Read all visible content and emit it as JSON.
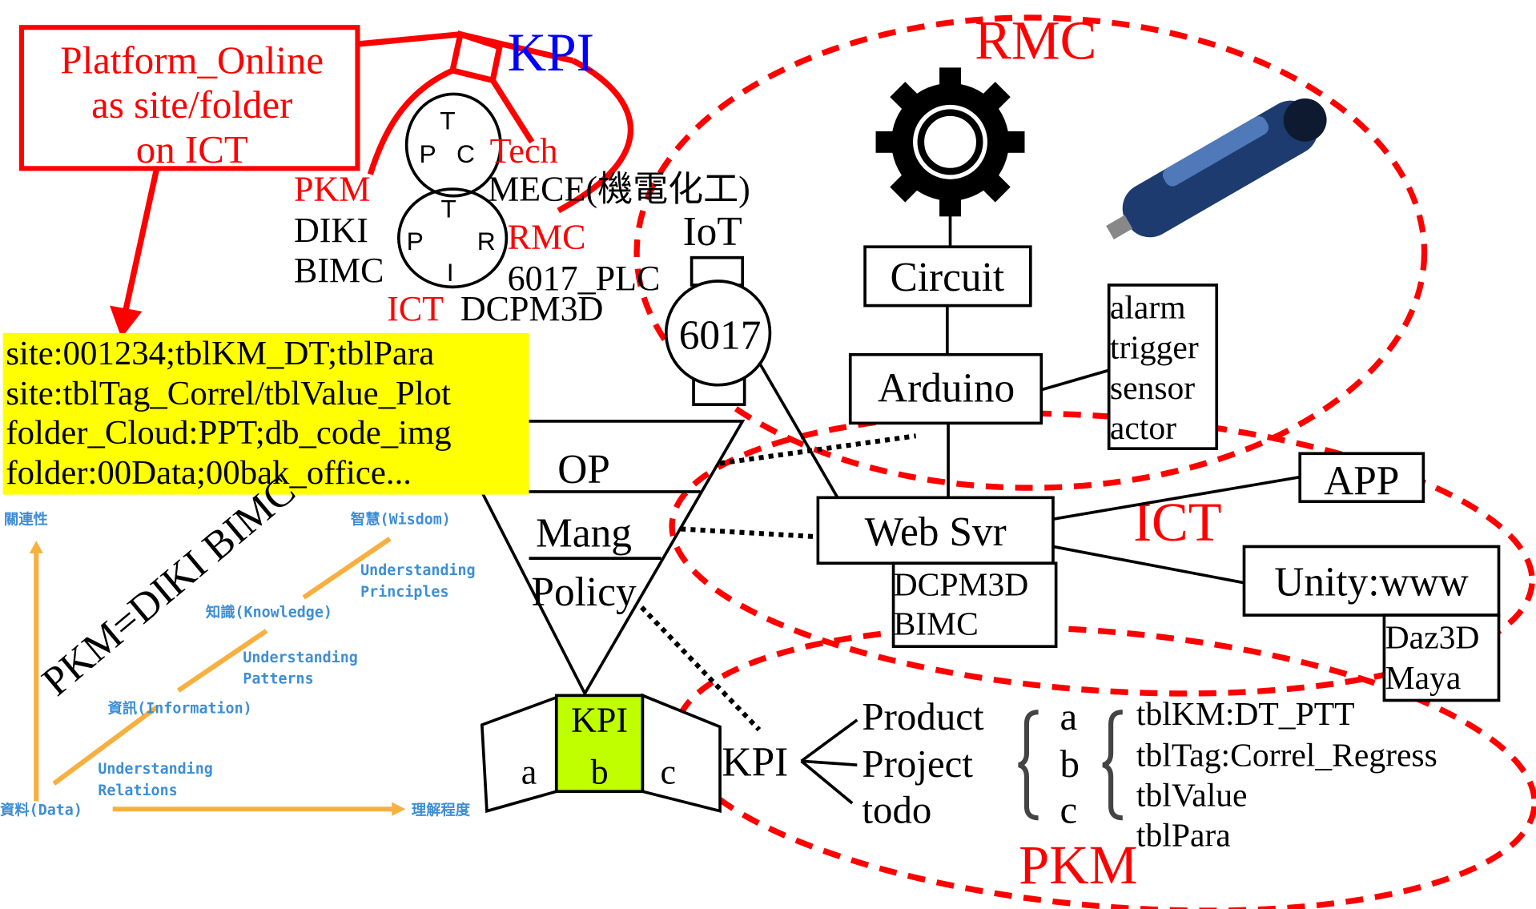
{
  "platform_box": {
    "lines": [
      "Platform_Online",
      "as site/folder",
      "on ICT"
    ]
  },
  "kpi_top": "KPI",
  "circle_tpc": {
    "t": "T",
    "p": "P",
    "c": "C"
  },
  "circle_tpri": {
    "t": "T",
    "p": "P",
    "r": "R",
    "i": "I"
  },
  "labels": {
    "tech": "Tech",
    "pkm": "PKM",
    "mece": "MECE(機電化工)",
    "diki": "DIKI",
    "rmc": "RMC",
    "bimc": "BIMC",
    "plc": "6017_PLC",
    "ict": "ICT",
    "dcpm3d": "DCPM3D",
    "iot": "IoT",
    "node_6017": "6017"
  },
  "yellow_box": {
    "lines": [
      "site:001234;tblKM_DT;tblPara",
      "site:tblTag_Correl/tblValue_Plot",
      "folder_Cloud:PPT;db_code_img",
      "folder:00Data;00bak_office..."
    ]
  },
  "dikw": {
    "y_axis": "關連性",
    "x_axis": "理解程度",
    "data": "資料(Data)",
    "information": "資訊(Information)",
    "knowledge": "知識(Knowledge)",
    "wisdom": "智慧(Wisdom)",
    "relations": [
      "Understanding",
      "Relations"
    ],
    "patterns": [
      "Understanding",
      "Patterns"
    ],
    "principles": [
      "Understanding",
      "Principles"
    ],
    "overlay": "PKM=DIKI BIMC"
  },
  "pyramid": {
    "levels": [
      "OP",
      "Mang",
      "Policy"
    ]
  },
  "book": {
    "left": "a",
    "middle_top": "KPI",
    "middle": "b",
    "right": "c",
    "middle_color": "#bfff00"
  },
  "kpi_tree": {
    "root": "KPI",
    "items": [
      "Product",
      "Project",
      "todo"
    ],
    "letters": [
      "a",
      "b",
      "c"
    ],
    "tables": [
      "tblKM:DT_PTT",
      "tblTag:Correl_Regress",
      "tblValue",
      "tblPara"
    ]
  },
  "regions": {
    "rmc": "RMC",
    "ict": "ICT",
    "pkm": "PKM",
    "color": "#ff0000"
  },
  "rmc_nodes": {
    "circuit": "Circuit",
    "arduino": "Arduino",
    "io": [
      "alarm",
      "trigger",
      "sensor",
      "actor"
    ]
  },
  "ict_nodes": {
    "web": "Web Svr",
    "web_sub": [
      "DCPM3D",
      "BIMC"
    ],
    "app": "APP",
    "unity": "Unity:www",
    "unity_sub": [
      "Daz3D",
      "Maya"
    ]
  },
  "icons": [
    "gear-icon",
    "screwdriver-image"
  ]
}
